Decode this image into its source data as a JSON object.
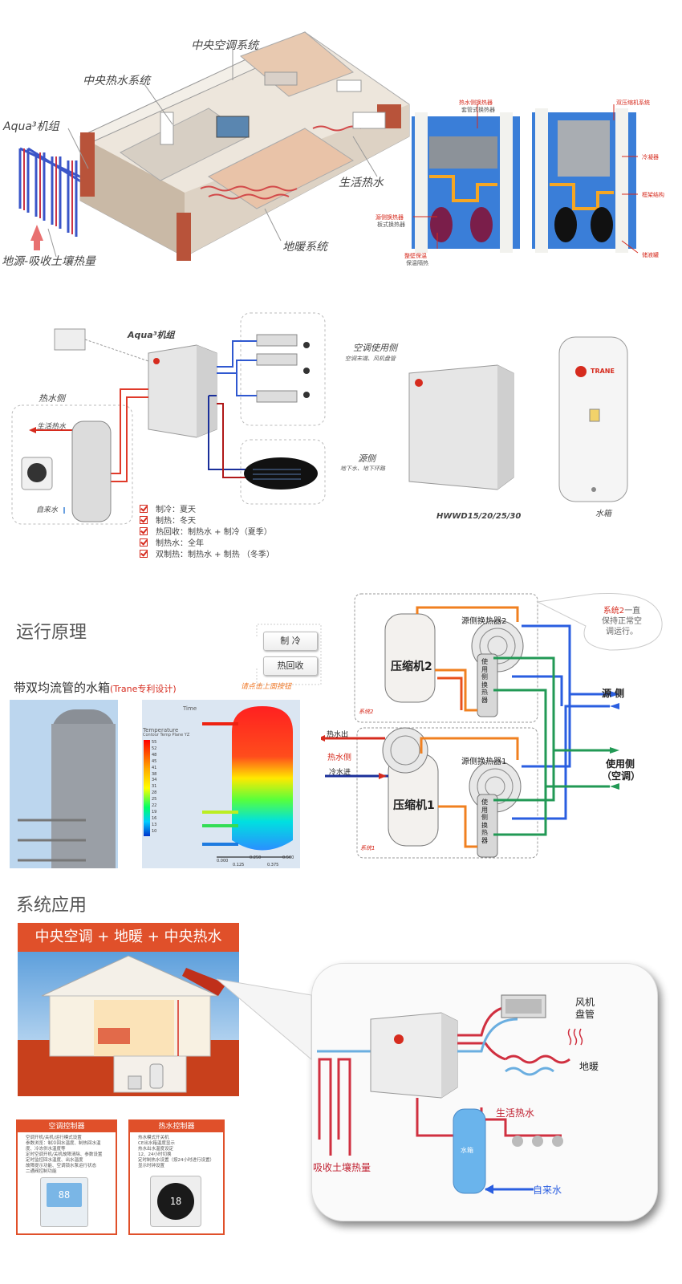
{
  "house_section": {
    "labels": {
      "central_ac": "中央空调系统",
      "central_hot_water": "中央热水系统",
      "aqua_unit": "Aqua³机组",
      "domestic_hot_water": "生活热水",
      "floor_heating": "地暖系统",
      "ground_source": "地源-吸收土壤热量"
    },
    "unit_left_labels": {
      "hw_exchanger": "热水侧换热器",
      "hw_exchanger_sub": "套管式换热器",
      "source_exchanger": "源侧换热器",
      "source_exchanger_sub": "板式换热器",
      "insulation": "整壁保温",
      "insulation_sub": "保温隔热"
    },
    "unit_right_labels": {
      "dual_compressor": "双压缩机系统",
      "condenser": "冷凝器",
      "frame": "框架结构",
      "storage": "储液罐"
    }
  },
  "system_section": {
    "aqua_unit": "Aqua³机组",
    "hot_water_side": "热水侧",
    "domestic_hot_water": "生活热水",
    "tap_water": "自来水",
    "ac_side": "空调使用侧",
    "ac_side_sub": "空调末端、风机盘管",
    "source_side": "源侧",
    "source_side_sub": "地下水、地下环路",
    "model": "HWWD15/20/25/30",
    "tank_caption": "水箱",
    "brand": "TRANE",
    "modes": [
      "制冷：夏天",
      "制热：冬天",
      "热回收：制热水 + 制冷（夏季）",
      "制热水：全年",
      "双制热：制热水 + 制热 （冬季）"
    ]
  },
  "principle_section": {
    "title": "运行原理",
    "btn_cool": "制  冷",
    "btn_recovery": "热回收",
    "hint": "请点击上面按钮",
    "tank_title": "带双均流管的水箱",
    "tank_patent": "(Trane专利设计)",
    "callout_system": "系统2",
    "callout_text_1": "一直",
    "callout_text_2": "保持正常空",
    "callout_text_3": "调运行。",
    "compressor2": "压缩机2",
    "compressor1": "压缩机1",
    "src_exchanger2": "源侧换热器2",
    "src_exchanger1": "源侧换热器1",
    "use_side_exchanger": [
      "使",
      "用",
      "侧",
      "换",
      "热",
      "器"
    ],
    "sys2": "系统2",
    "sys1": "系统1",
    "hot_out": "热水出",
    "hot_side": "热水侧",
    "cold_in": "冷水进",
    "source_side": "源  侧",
    "use_side": "使用侧",
    "use_side_sub": "（空调）",
    "sim_time": "Time",
    "sim_legend_title": "Temperature",
    "sim_legend_sub": "Contour Temp Plane YZ",
    "sim_scale": [
      "55",
      "52",
      "48",
      "45",
      "41",
      "38",
      "34",
      "31",
      "28",
      "25",
      "22",
      "19",
      "16",
      "13",
      "10"
    ],
    "sim_axis": [
      "0.000",
      "0.250",
      "0.500",
      "0.125",
      "0.375"
    ]
  },
  "application_section": {
    "title": "系统应用",
    "banner": "中央空调 + 地暖 + 中央热水",
    "fan_coil_1": "风机",
    "fan_coil_2": "盘管",
    "floor_heat": "地暖",
    "domestic_hot_water": "生活热水",
    "absorb_soil": "吸收土壤热量",
    "tap_water": "自来水",
    "tank_text": "水箱",
    "ac_controller": "空调控制器",
    "hw_controller": "热水控制器",
    "ac_features": [
      "空调开机/关机/运行模式设置",
      "参数浏览：制冷回水温度、制热回水温",
      "度、冷冻供水温度等",
      "定时空调开机/关机故障清除、参数设置",
      "定时监控回水温度、出水温度",
      "故障提示功能、空调锁水泵运行状态",
      "二通阀控制功能"
    ],
    "hw_features": [
      "热水模式开关机",
      "CE出水箱温度显示",
      "热水出水温度设定",
      "12、24小时切换",
      "定时制热水设置（按24小时进行设置）",
      "显示时钟设置"
    ],
    "ac_display": "88",
    "hw_display": "18"
  },
  "colors": {
    "accent_red": "#d62b1e",
    "banner_orange": "#e0502a",
    "pipe_blue": "#2255cc",
    "pipe_orange": "#f08020",
    "pipe_green": "#229955"
  }
}
